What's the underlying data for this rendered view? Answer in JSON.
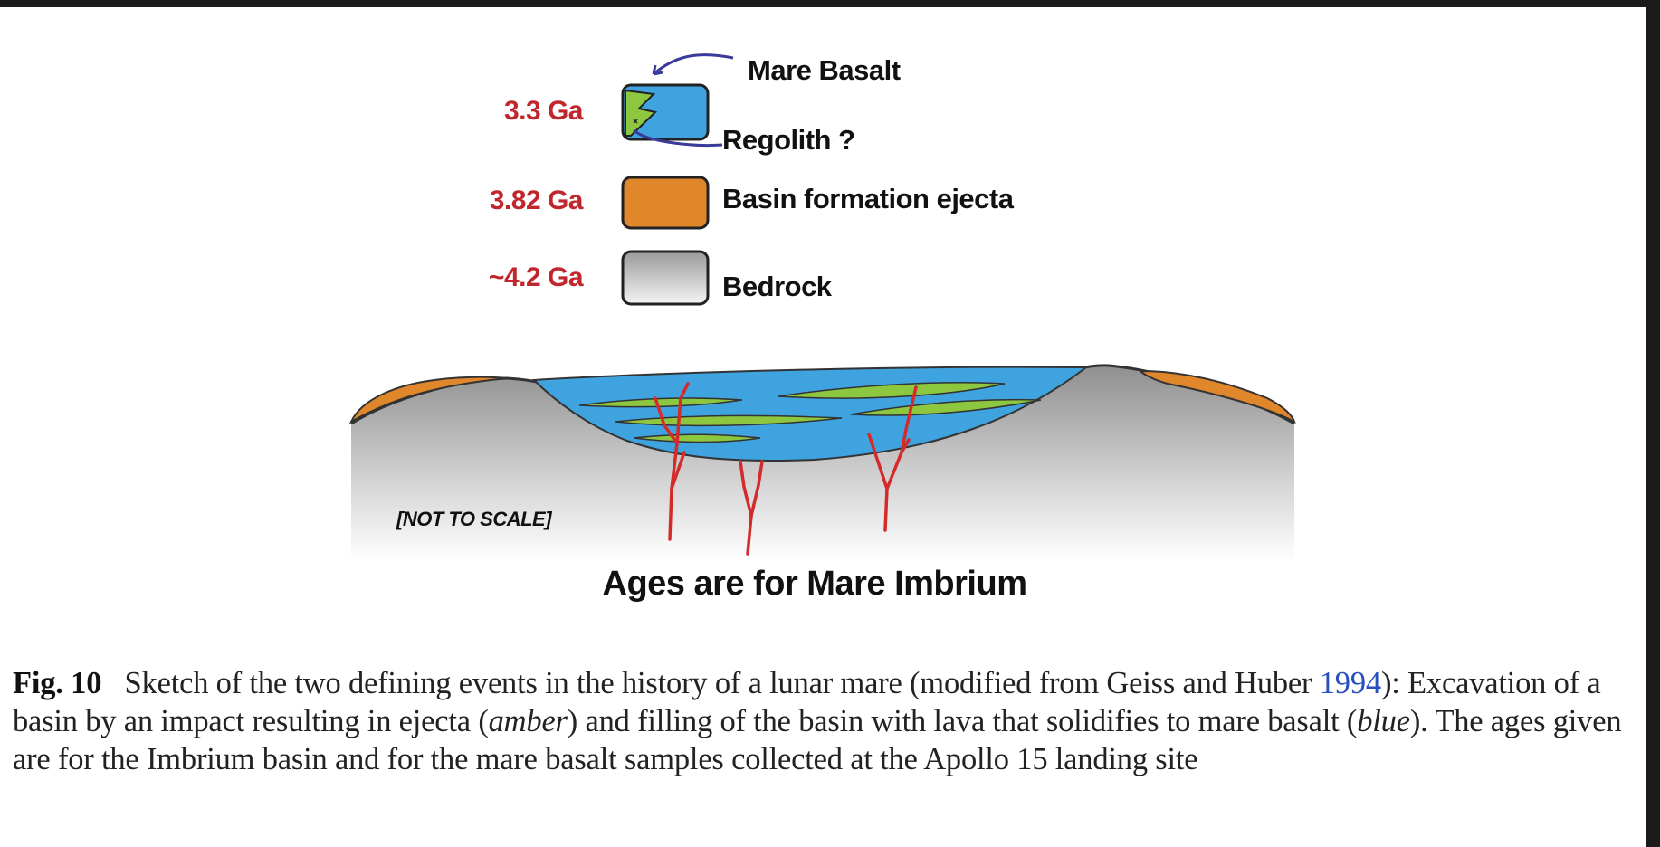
{
  "legend": {
    "layers": [
      {
        "age": "3.3 Ga",
        "label": "Mare Basalt",
        "sublabel": "Regolith ?",
        "color": "#3fa3e0"
      },
      {
        "age": "3.82 Ga",
        "label": "Basin formation ejecta",
        "color": "#e0862b"
      },
      {
        "age": "~4.2 Ga",
        "label": "Bedrock",
        "color": "#b9b9b9"
      }
    ]
  },
  "sketch": {
    "scale_note": "[NOT TO SCALE]",
    "title": "Ages are for Mare Imbrium",
    "colors": {
      "basalt": "#3fa3e0",
      "regolith": "#8dc63f",
      "ejecta": "#e0862b",
      "dikes": "#d42a2a",
      "bedrock": "#b9b9b9"
    }
  },
  "caption": {
    "fig_num": "Fig. 10",
    "part1": "Sketch of the two defining events in the history of a lunar mare (modified from Geiss and Huber ",
    "cite": "1994",
    "part2": "): Excavation of a basin by an impact resulting in ejecta (",
    "amber": "amber",
    "part3": ") and filling of the basin with lava that solidifies to mare basalt (",
    "blue": "blue",
    "part4": "). The ages given are for the Imbrium basin and for the mare basalt samples collected at the Apollo 15 landing site"
  }
}
